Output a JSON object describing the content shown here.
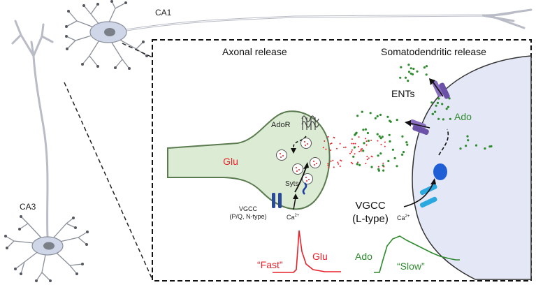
{
  "labels": {
    "ca1": "CA1",
    "ca3": "CA3",
    "axonal_release": "Axonal release",
    "somatodendritic_release": "Somatodendritic release",
    "adoR": "AdoR",
    "glu_inside": "Glu",
    "syts": "Syts",
    "vgcc_pq_line1": "VGCC",
    "vgcc_pq_line2": "(P/Q, N-type)",
    "ca_left": "Ca",
    "ca_left_sup": "2+",
    "ents": "ENTs",
    "ado_inside": "Ado",
    "vgcc_l_line1": "VGCC",
    "vgcc_l_line2": "(L-type)",
    "ca_right": "Ca",
    "ca_right_sup": "2+",
    "fast": "“Fast”",
    "glu_trace": "Glu",
    "ado_trace": "Ado",
    "slow": "“Slow”"
  },
  "colors": {
    "glu_red": "#e8202a",
    "ado_green": "#2e8b2e",
    "terminal_fill": "#dcebd3",
    "terminal_stroke": "#5a7a4f",
    "soma_fill": "#e4e7f5",
    "neuron_fill": "#cfd6e8",
    "nucleus_blue": "#1f5fd6",
    "channel_blue": "#2aa8e0",
    "vgcc_dark": "#2b4a9a",
    "transporter_purple": "#8a6fc0"
  }
}
